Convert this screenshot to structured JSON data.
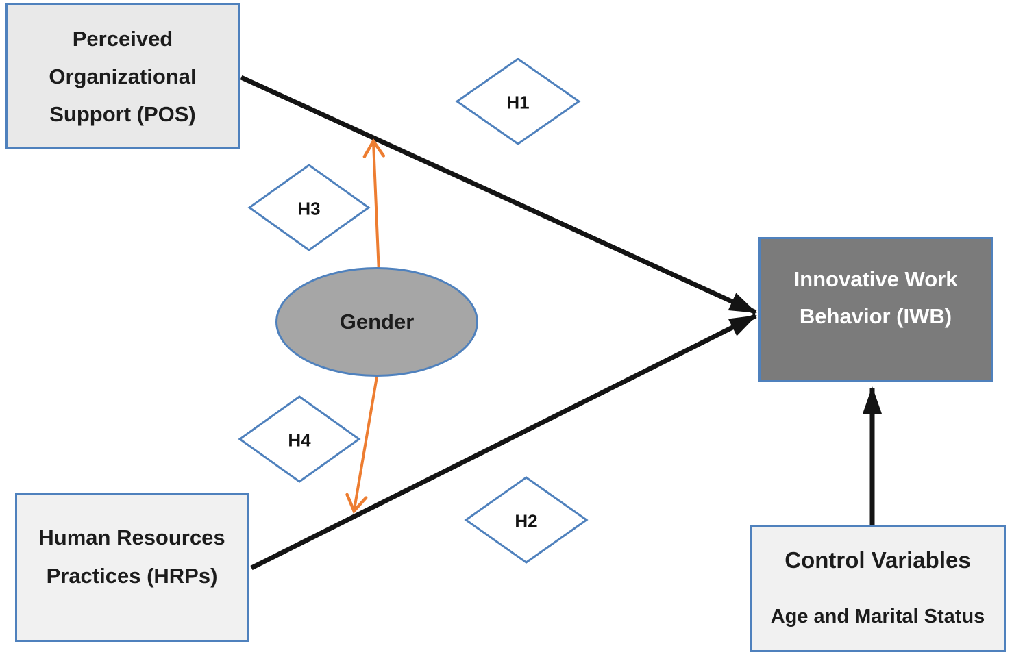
{
  "diagram": {
    "nodes": {
      "pos": {
        "lines": [
          "Perceived",
          "Organizational",
          "Support (POS)"
        ]
      },
      "hrps": {
        "lines": [
          "Human Resources",
          "Practices (HRPs)"
        ]
      },
      "iwb": {
        "lines": [
          "Innovative Work",
          "Behavior (IWB)"
        ]
      },
      "control": {
        "title": "Control Variables",
        "subtitle": "Age and Marital Status"
      },
      "gender": {
        "label": "Gender"
      }
    },
    "hypotheses": {
      "h1": "H1",
      "h2": "H2",
      "h3": "H3",
      "h4": "H4"
    },
    "edges": [
      {
        "from": "pos",
        "to": "iwb",
        "label": "H1",
        "style": "black-solid-arrow"
      },
      {
        "from": "hrps",
        "to": "iwb",
        "label": "H2",
        "style": "black-solid-arrow"
      },
      {
        "from": "control",
        "to": "iwb",
        "label": "",
        "style": "black-solid-arrow"
      },
      {
        "from": "gender",
        "to": "pos-iwb-path",
        "label": "H3",
        "style": "orange-moderation-arrow"
      },
      {
        "from": "gender",
        "to": "hrps-iwb-path",
        "label": "H4",
        "style": "orange-moderation-arrow"
      }
    ],
    "colors": {
      "accent_blue_border": "#4f81bd",
      "orange_arrow": "#ed7d31",
      "light_box_fill": "#f1f1f1",
      "pos_box_fill": "#e9e9e9",
      "dark_box_fill": "#7b7b7b",
      "ellipse_fill": "#a6a6a6",
      "black_line": "#141414",
      "dark_text": "#1c1c1c",
      "light_text": "#ffffff"
    }
  }
}
